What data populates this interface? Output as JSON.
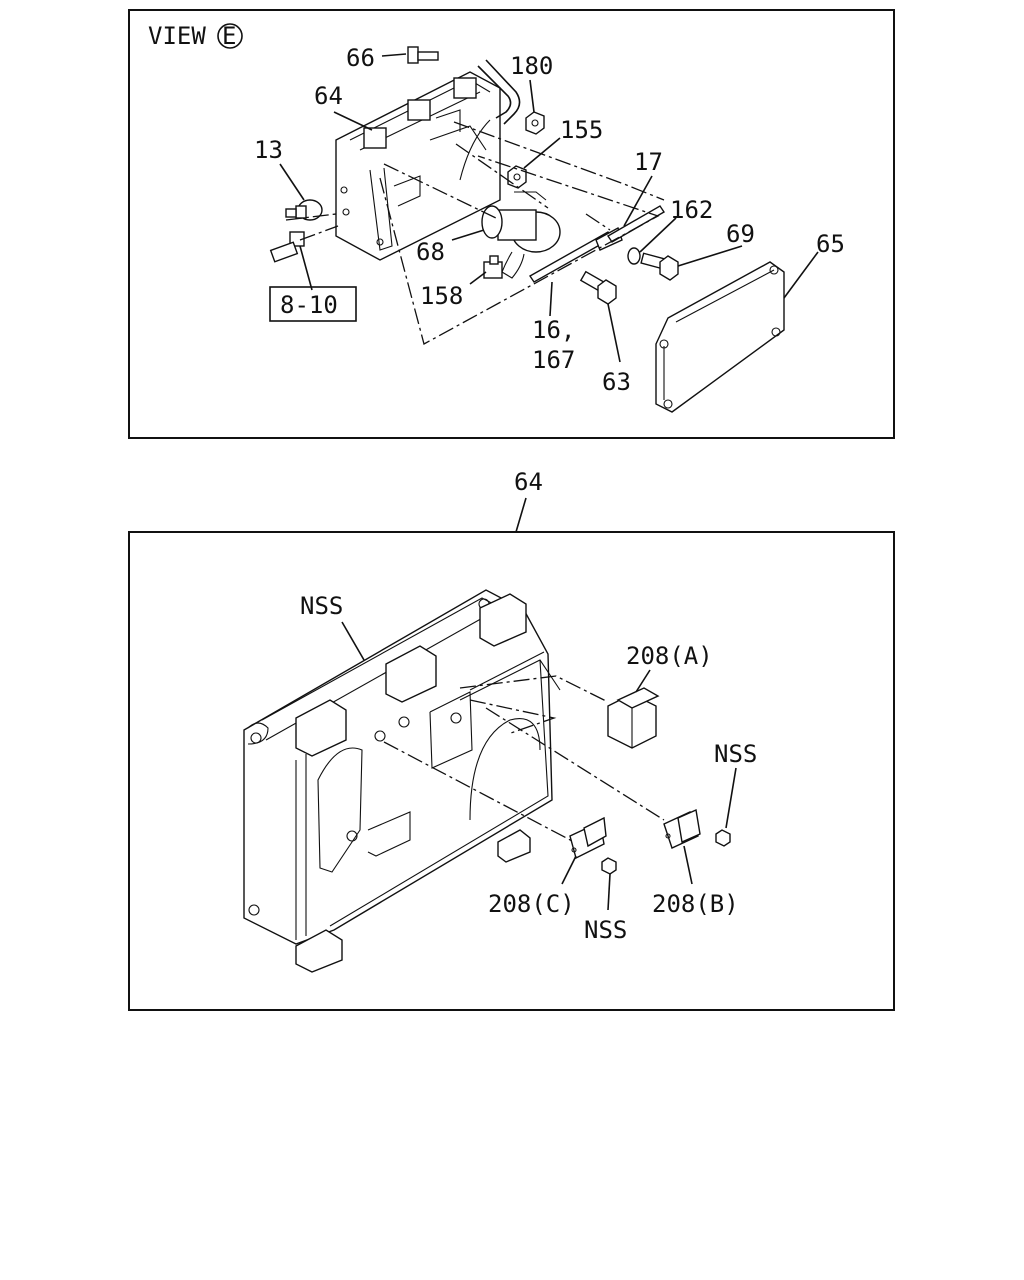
{
  "top_panel": {
    "view_label": "VIEW",
    "view_mark": "E",
    "callouts": {
      "c66": "66",
      "c180": "180",
      "c64": "64",
      "c155": "155",
      "c13": "13",
      "c17": "17",
      "c162": "162",
      "c69": "69",
      "c65": "65",
      "c68": "68",
      "c158": "158",
      "c16_a": "16,",
      "c16_b": "167",
      "c63": "63",
      "ref": "8-10"
    }
  },
  "bottom_panel": {
    "header_callout": "64",
    "callouts": {
      "nss_top": "NSS",
      "c208a": "208(A)",
      "nss_right": "NSS",
      "c208c": "208(C)",
      "c208b": "208(B)",
      "nss_bottom": "NSS"
    }
  }
}
